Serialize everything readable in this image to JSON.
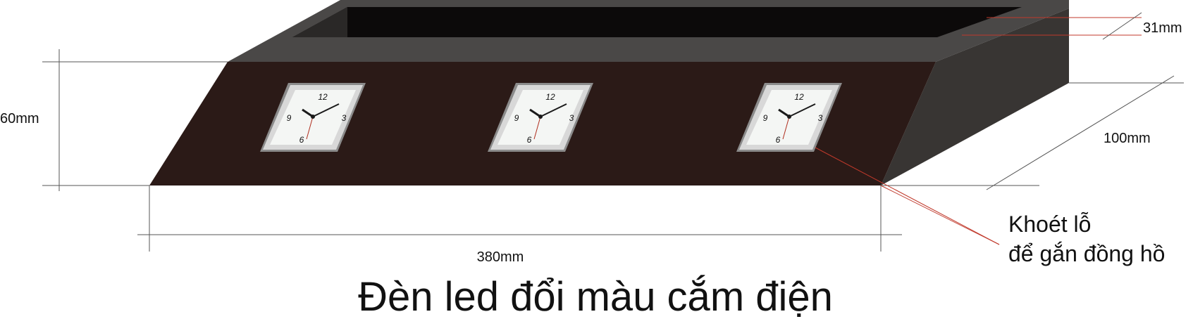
{
  "title": "Đèn led đổi màu cắm điện",
  "dimensions": {
    "height": "60mm",
    "length": "380mm",
    "depth": "100mm",
    "rim": "31mm"
  },
  "callout": {
    "line1": "Khoét lỗ",
    "line2": "để gắn đồng hồ"
  },
  "clock_face": {
    "numerals": [
      "12",
      "3",
      "6",
      "9"
    ]
  },
  "colors": {
    "box_front": "#2b1a17",
    "box_top": "#4a4847",
    "box_side": "#383533",
    "opening": "#0c0a0a",
    "callout_line": "#c0392b"
  }
}
